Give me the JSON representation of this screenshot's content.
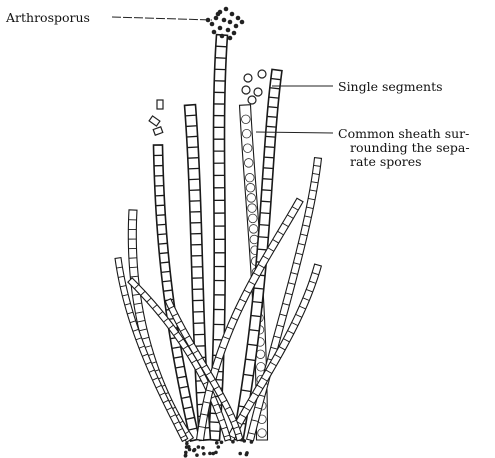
{
  "labels": {
    "arthrosporus": "Arthrosporus",
    "single_segments": "Single segments",
    "sheath_line1": "Common sheath sur-",
    "sheath_line2": "rounding the sepa-",
    "sheath_line3": "rate spores"
  }
}
